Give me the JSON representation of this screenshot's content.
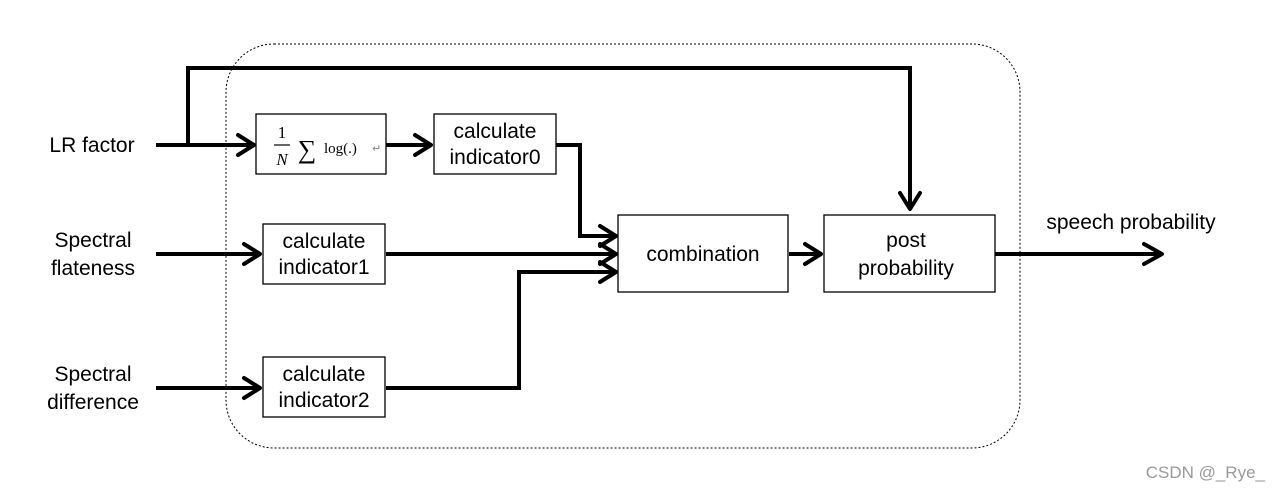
{
  "inputs": {
    "lr_factor": "LR factor",
    "spectral_flatness": [
      "Spectral",
      "flateness"
    ],
    "spectral_difference": [
      "Spectral",
      "difference"
    ]
  },
  "blocks": {
    "mean_log": {
      "numerator": "1",
      "denominator": "N",
      "sum_symbol": "∑",
      "function": "log(.)",
      "return_mark": "↵"
    },
    "indicator0": [
      "calculate",
      "indicator0"
    ],
    "indicator1": [
      "calculate",
      "indicator1"
    ],
    "indicator2": [
      "calculate",
      "indicator2"
    ],
    "combination": "combination",
    "post_probability": [
      "post",
      "probability"
    ]
  },
  "output": {
    "label": "speech probability"
  },
  "watermark": "CSDN @_Rye_",
  "colors": {
    "stroke": "#000000",
    "background": "#ffffff",
    "watermark": "#9a9a9a"
  }
}
